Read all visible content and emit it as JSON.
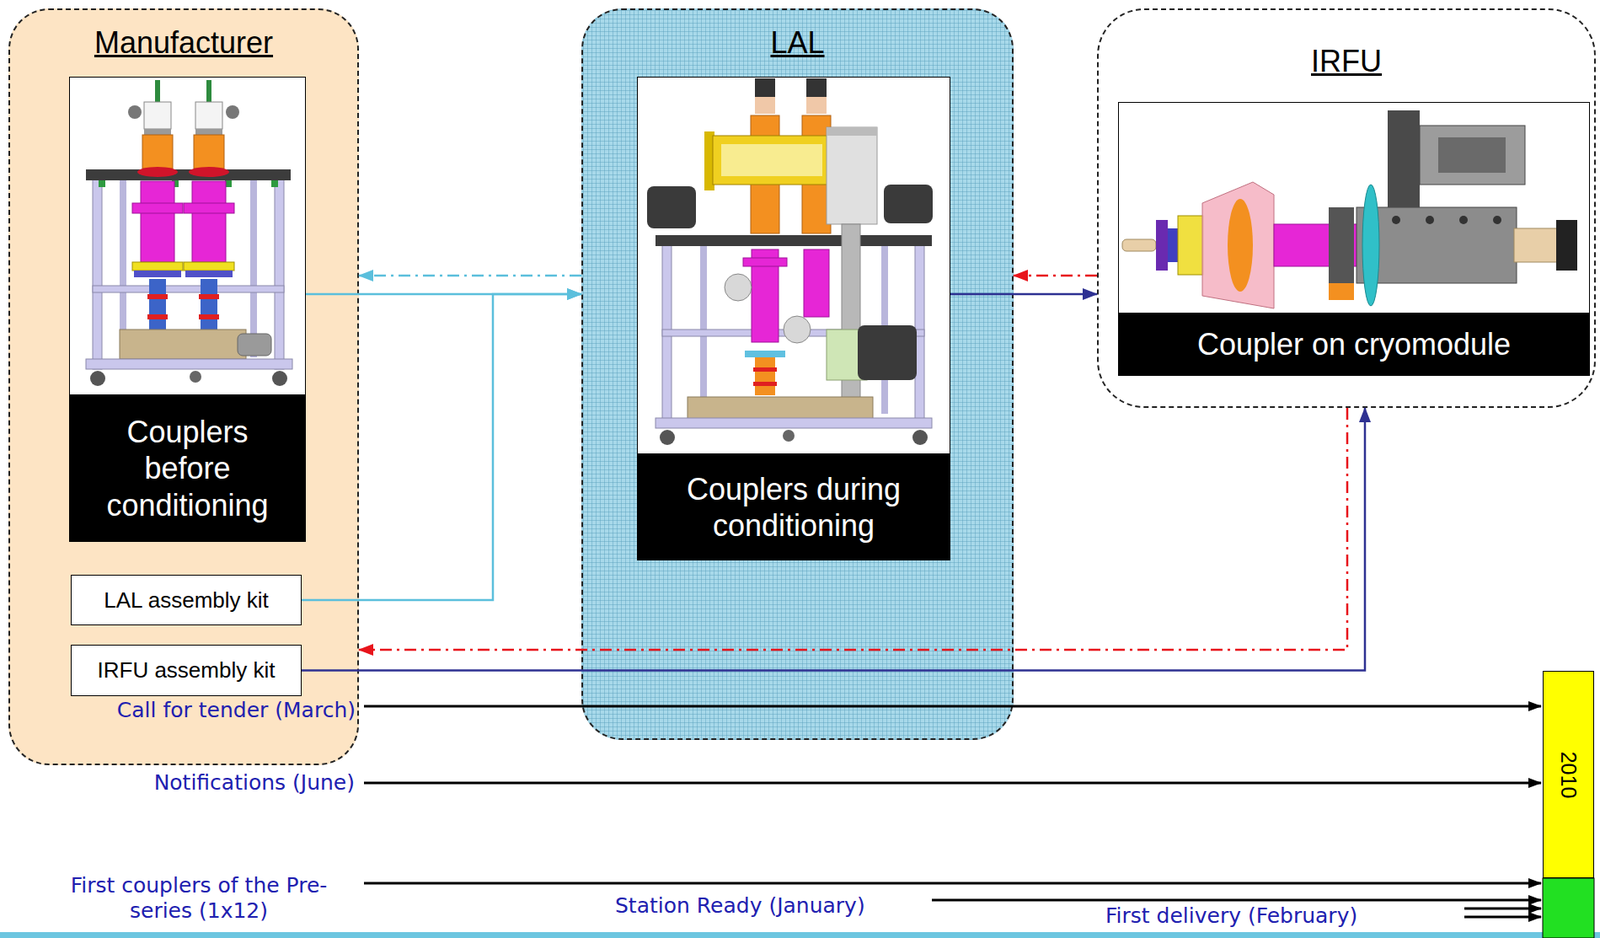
{
  "diagram": {
    "nodes": [
      {
        "text": [
          "Manufacturer"
        ]
      },
      {
        "text": [
          "Couplers before conditioning"
        ],
        "in": 0
      },
      {
        "text": [
          "LAL assembly kit"
        ],
        "in": 0
      },
      {
        "text": [
          "IRFU assembly kit"
        ],
        "in": 0
      },
      {
        "text": [
          "LAL"
        ]
      },
      {
        "text": [
          "Couplers during conditioning"
        ],
        "in": 4
      },
      {
        "text": [
          "IRFU"
        ]
      },
      {
        "text": [
          "Coupler on cryomodule"
        ],
        "in": 6
      },
      {
        "text": [
          "2010"
        ]
      }
    ],
    "edges": [
      {
        "from": 1,
        "to": 4,
        "arrow": "to"
      },
      {
        "from": 2,
        "to": 4,
        "arrow": "to"
      },
      {
        "from": 4,
        "to": 0,
        "arrow": "to"
      },
      {
        "from": 5,
        "to": 6,
        "arrow": "to"
      },
      {
        "from": 6,
        "to": 4,
        "arrow": "to"
      },
      {
        "from": 3,
        "to": 6,
        "arrow": "to"
      },
      {
        "from": 6,
        "to": 0,
        "arrow": "to"
      }
    ],
    "labels": [
      "Call for tender (March)",
      "Notifications (June)",
      "First couplers of the Pre-series (1x12)",
      "Station Ready (January)",
      "First delivery (February)"
    ]
  }
}
